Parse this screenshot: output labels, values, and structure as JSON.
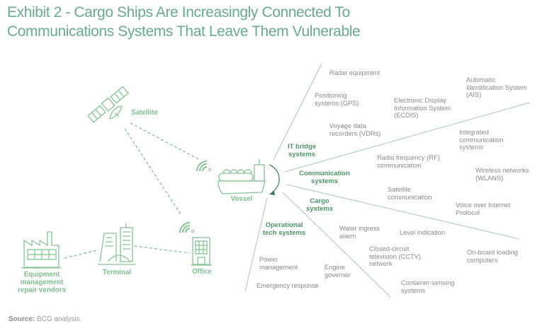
{
  "title": {
    "line1": "Exhibit 2 - Cargo Ships Are Increasingly Connected To",
    "line2": "Communications Systems That Leave Them Vulnerable"
  },
  "nodes": {
    "satellite": "Satellite",
    "vessel": "Vessel",
    "office": "Office",
    "terminal": "Terminal",
    "equipment": "Equipment\nmanagement\nrepair vendors"
  },
  "categories": {
    "it_bridge": "IT bridge\nsystems",
    "communication": "Communication\nsystems",
    "cargo": "Cargo\nsystems",
    "operational": "Operational\ntech systems"
  },
  "items": [
    "Radar equipment",
    "Positioning\nsystems (GPS)",
    "Electronic Display\nInformation System\n(ECDIS)",
    "Automatic\nIdentification System\n(AIS)",
    "Voyage data\nrecorders (VDRs)",
    "Integrated\ncommunication\nsystems",
    "Radio frequency (RF)\ncommunication",
    "Wireless networks\n(WLANS)",
    "Satellite\ncommunication",
    "Voice over Internet\nProtocol",
    "Water ingress\nalarm",
    "Level indication",
    "Closed-circuit\ntelevision (CCTV)\nnetwork",
    "On-board loading\ncomputers",
    "Power\nmanagement",
    "Engine\ngovernor",
    "Emergency response",
    "Container-sensing\nsystems"
  ],
  "source": {
    "label": "Source:",
    "text": " BCG analysis."
  },
  "colors": {
    "title": "#6aab8e",
    "icon": "#86c494",
    "category": "#4d9466",
    "line": "#a8ccb2",
    "text": "#8a8a8a"
  }
}
